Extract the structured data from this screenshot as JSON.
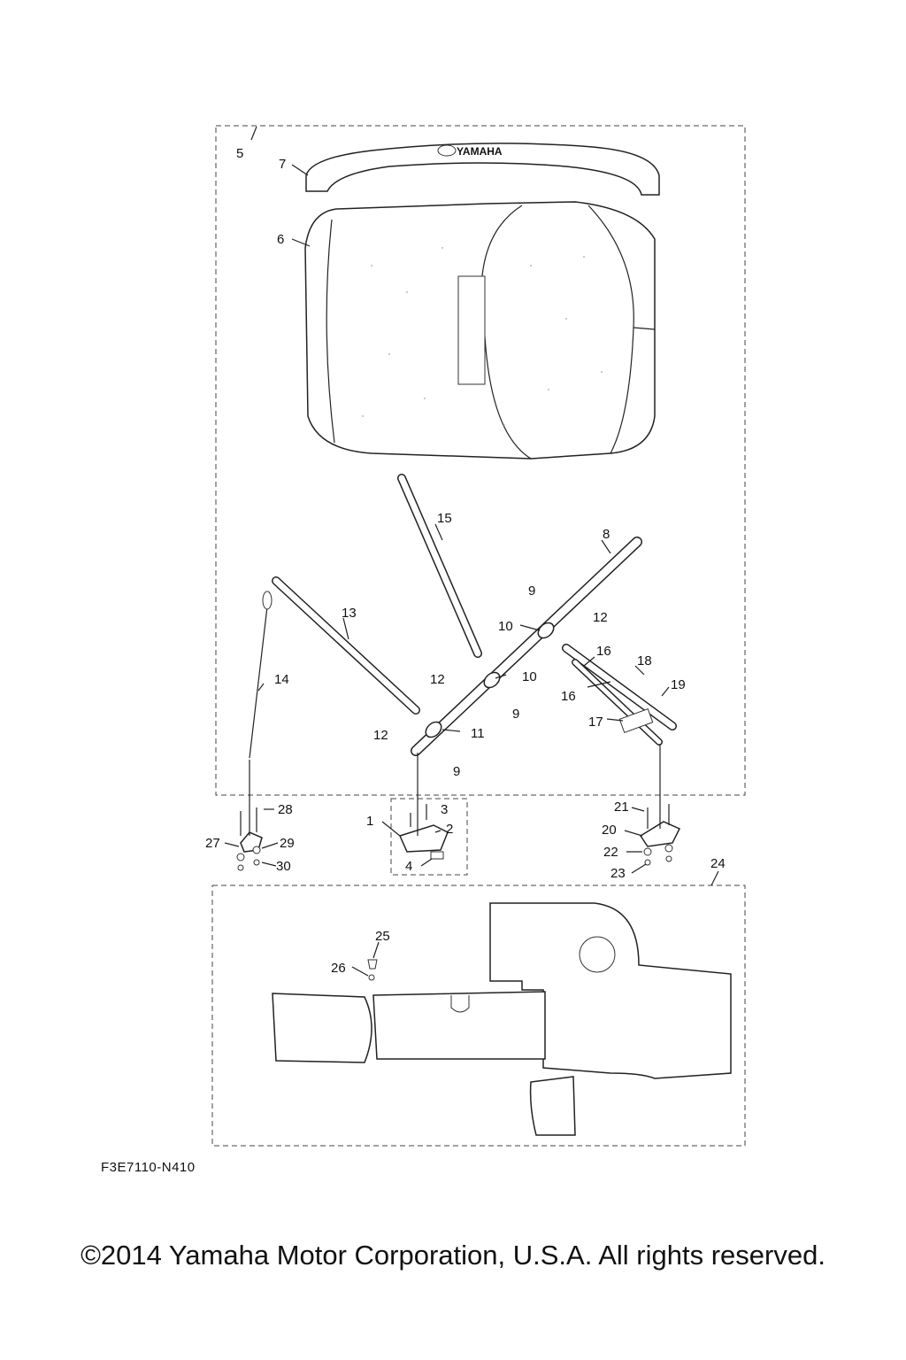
{
  "diagram": {
    "brand_text": "YAMAHA",
    "callouts": [
      {
        "id": "c1",
        "text": "1"
      },
      {
        "id": "c2",
        "text": "2"
      },
      {
        "id": "c3",
        "text": "3"
      },
      {
        "id": "c4",
        "text": "4"
      },
      {
        "id": "c5",
        "text": "5"
      },
      {
        "id": "c6",
        "text": "6"
      },
      {
        "id": "c7",
        "text": "7"
      },
      {
        "id": "c8",
        "text": "8"
      },
      {
        "id": "c9a",
        "text": "9"
      },
      {
        "id": "c9b",
        "text": "9"
      },
      {
        "id": "c9c",
        "text": "9"
      },
      {
        "id": "c10a",
        "text": "10"
      },
      {
        "id": "c10b",
        "text": "10"
      },
      {
        "id": "c11",
        "text": "11"
      },
      {
        "id": "c12a",
        "text": "12"
      },
      {
        "id": "c12b",
        "text": "12"
      },
      {
        "id": "c12c",
        "text": "12"
      },
      {
        "id": "c13",
        "text": "13"
      },
      {
        "id": "c14",
        "text": "14"
      },
      {
        "id": "c15",
        "text": "15"
      },
      {
        "id": "c16a",
        "text": "16"
      },
      {
        "id": "c16b",
        "text": "16"
      },
      {
        "id": "c17",
        "text": "17"
      },
      {
        "id": "c18",
        "text": "18"
      },
      {
        "id": "c19",
        "text": "19"
      },
      {
        "id": "c20",
        "text": "20"
      },
      {
        "id": "c21",
        "text": "21"
      },
      {
        "id": "c22",
        "text": "22"
      },
      {
        "id": "c23",
        "text": "23"
      },
      {
        "id": "c24",
        "text": "24"
      },
      {
        "id": "c25",
        "text": "25"
      },
      {
        "id": "c26",
        "text": "26"
      },
      {
        "id": "c27",
        "text": "27"
      },
      {
        "id": "c28",
        "text": "28"
      },
      {
        "id": "c29",
        "text": "29"
      },
      {
        "id": "c30",
        "text": "30"
      }
    ]
  },
  "figure_code": "F3E7110-N410",
  "copyright": "©2014 Yamaha Motor Corporation, U.S.A. All rights reserved."
}
